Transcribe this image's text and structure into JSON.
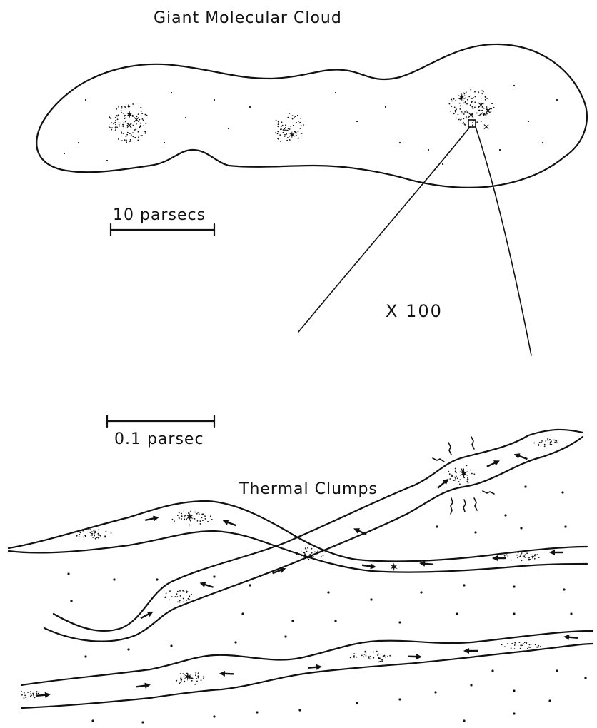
{
  "title": "Giant Molecular Cloud",
  "scale_large": "10 parsecs",
  "magnification": "X 100",
  "scale_small": "0.1 parsec",
  "clumps_label": "Thermal Clumps",
  "colors": {
    "ink": "#111111",
    "background": "#ffffff"
  }
}
